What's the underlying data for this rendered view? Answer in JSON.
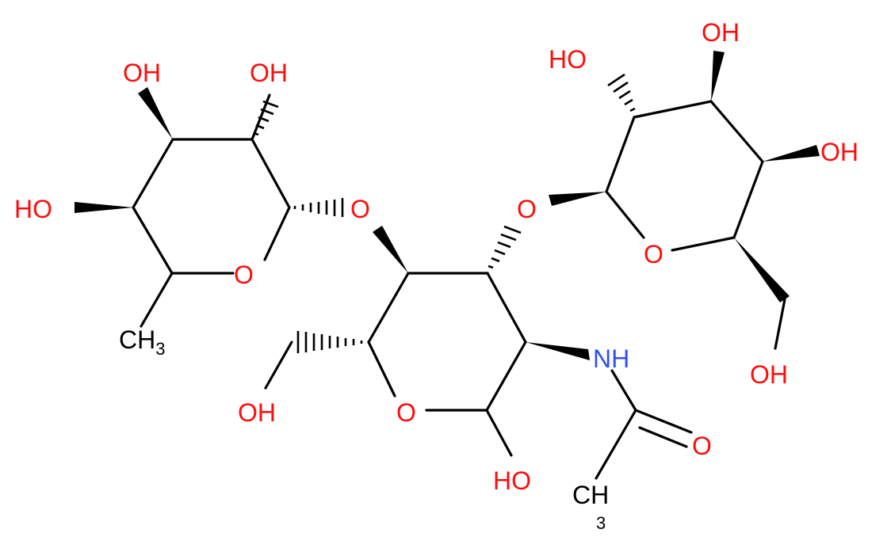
{
  "colors": {
    "bond": "#000000",
    "oxygen": "#ff0d0d",
    "nitrogen": "#3050f8",
    "carbon": "#000000"
  },
  "labels": {
    "fuc_oh_3": "OH",
    "fuc_oh_2": "OH",
    "fuc_oh_4": "HO",
    "fuc_ring_o": "O",
    "fuc_ch3": "CH",
    "fuc_ch3_sub": "3",
    "link_o_fuc": "O",
    "link_o_gal": "O",
    "glc_ch2oh": "OH",
    "glc_ring_o": "O",
    "glc_oh_1": "HO",
    "nh": "NH",
    "acetyl_o": "O",
    "acetyl_ch3": "CH",
    "acetyl_ch3_sub": "3",
    "gal_oh_2": "HO",
    "gal_oh_3": "OH",
    "gal_oh_4": "OH",
    "gal_ring_o": "O",
    "gal_ch2oh": "OH"
  }
}
